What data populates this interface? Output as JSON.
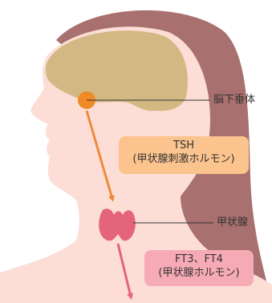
{
  "labels": {
    "pituitary": "脳下垂体",
    "thyroid": "甲状腺"
  },
  "hormone_boxes": {
    "tsh": {
      "line1": "TSH",
      "line2": "(甲状腺刺激ホルモン)"
    },
    "thyroid_hormone": {
      "line1": "FT3、FT4",
      "line2": "(甲状腺ホルモン)"
    }
  },
  "colors": {
    "hair": "#a8706e",
    "skin": "#fcded6",
    "brain": "#d3b883",
    "pituitary": "#f08a24",
    "tsh_arrow": "#f08a3a",
    "tsh_box": "#fbc38d",
    "thyroid": "#e4647a",
    "thyroid_arrow": "#e4647a",
    "thyroid_box": "#f6aab5",
    "leader_line": "#333333"
  }
}
